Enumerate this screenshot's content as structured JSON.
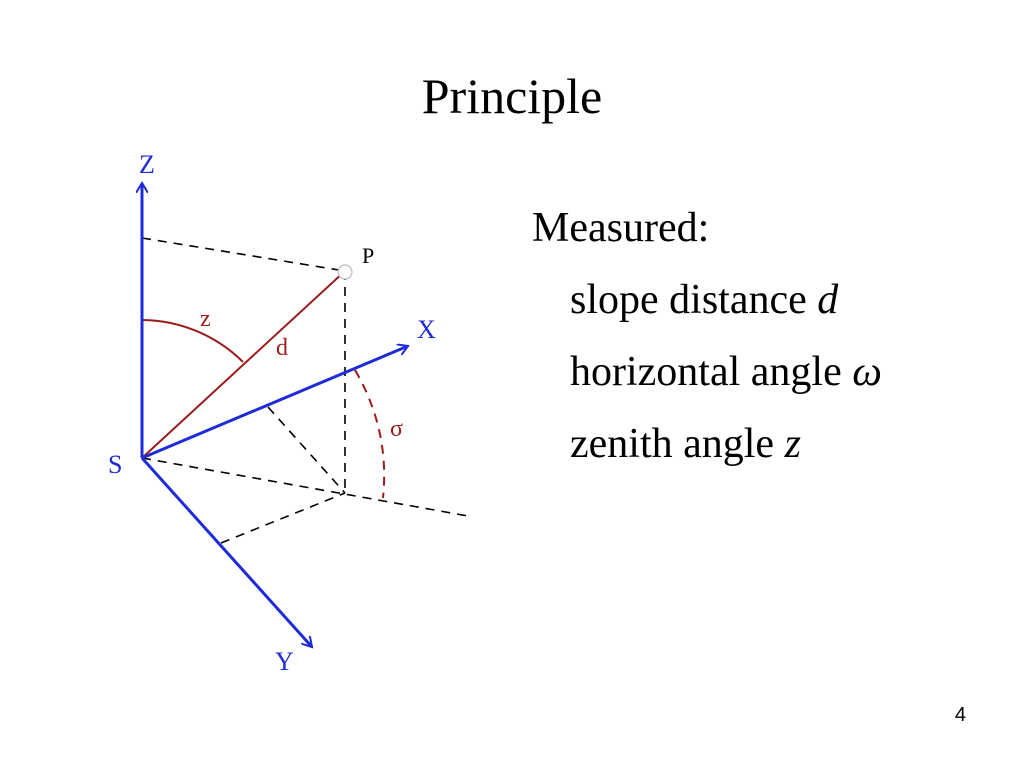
{
  "slide": {
    "title": "Principle",
    "page_number": "4"
  },
  "diagram": {
    "labels": {
      "z_axis": "Z",
      "x_axis": "X",
      "y_axis": "Y",
      "station": "S",
      "point": "P",
      "distance": "d",
      "zenith": "z",
      "horizontal_angle": "σ"
    },
    "colors": {
      "axis": "#1f2bd6",
      "measurement": "#9b1b1b",
      "construction": "#000000"
    }
  },
  "content": {
    "heading": "Measured:",
    "items": [
      {
        "text": "slope distance ",
        "symbol": "d"
      },
      {
        "text": "horizontal angle ",
        "symbol": "ω"
      },
      {
        "text": "zenith angle ",
        "symbol": "z"
      }
    ]
  }
}
